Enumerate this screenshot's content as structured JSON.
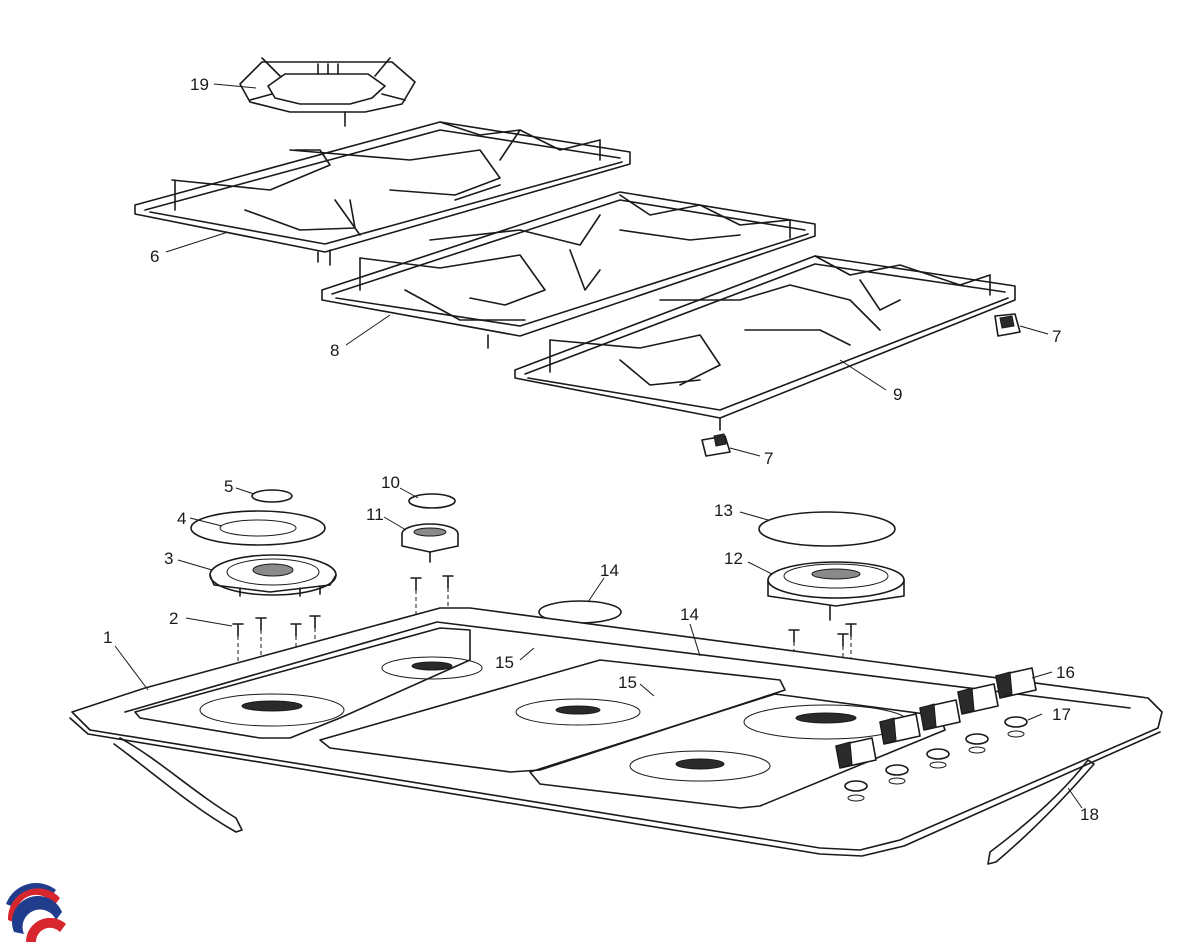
{
  "callouts": {
    "c1": "1",
    "c2": "2",
    "c3": "3",
    "c4": "4",
    "c5": "5",
    "c6": "6",
    "c7a": "7",
    "c7b": "7",
    "c8": "8",
    "c9": "9",
    "c10": "10",
    "c11": "11",
    "c12": "12",
    "c13": "13",
    "c14a": "14",
    "c14b": "14",
    "c15a": "15",
    "c15b": "15",
    "c16": "16",
    "c17": "17",
    "c18": "18",
    "c19": "19"
  },
  "colors": {
    "line": "#1a1a1a",
    "background": "#ffffff",
    "logo_red": "#d7262e",
    "logo_blue": "#1f3d8c"
  },
  "logo": {
    "icon": "brand-swirl-logo"
  }
}
